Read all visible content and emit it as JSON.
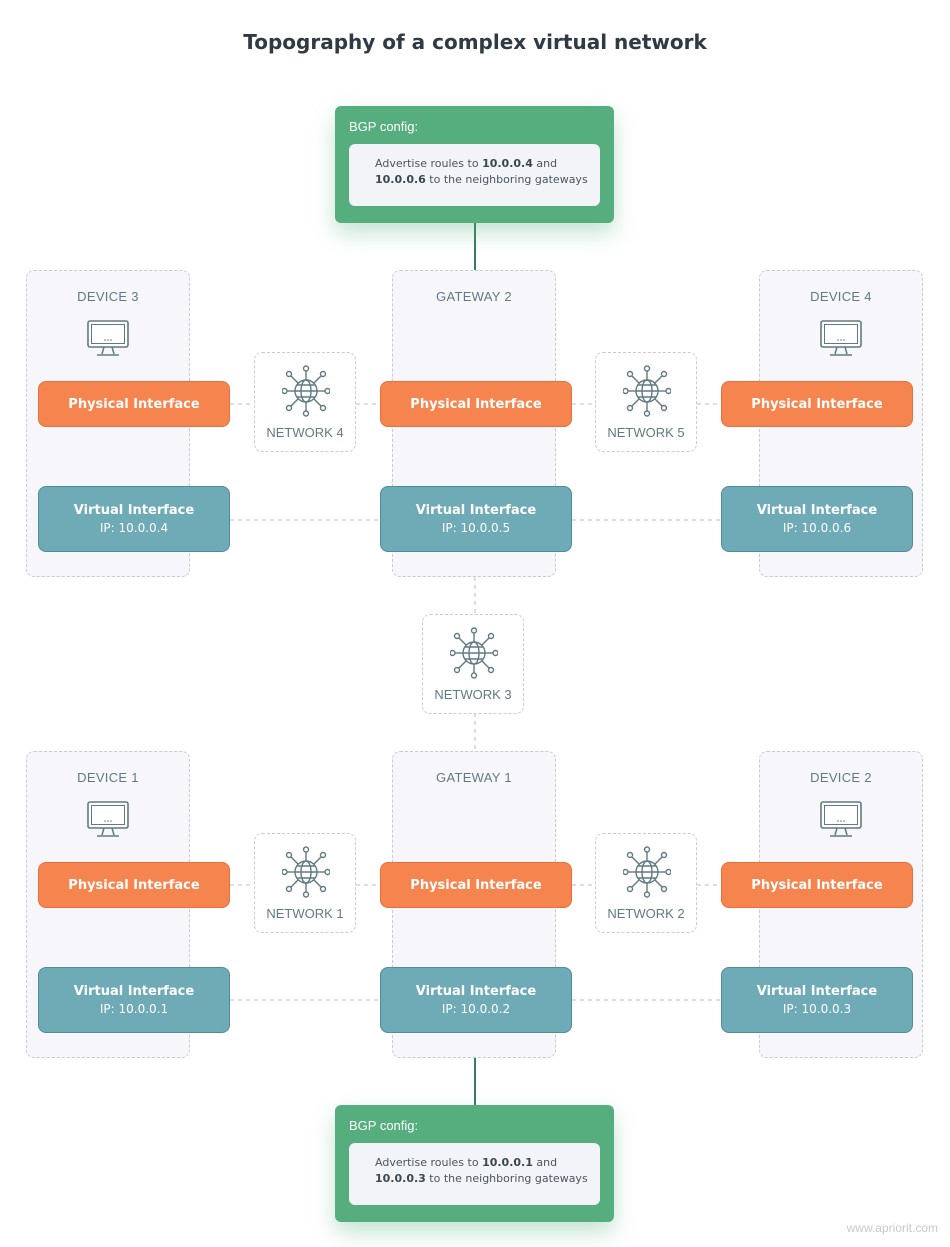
{
  "title": "Topography of a complex virtual network",
  "bgp_top": {
    "title": "BGP config:",
    "text_1": "Advertise roules to ",
    "ip_a": "10.0.0.4",
    "text_2": " and",
    "ip_b": "10.0.0.6",
    "text_3": " to the neighboring gateways"
  },
  "bgp_bottom": {
    "title": "BGP config:",
    "text_1": "Advertise roules to ",
    "ip_a": "10.0.0.1",
    "text_2": " and",
    "ip_b": "10.0.0.3",
    "text_3": " to the neighboring gateways"
  },
  "columns": {
    "device3": {
      "label": "DEVICE 3",
      "physical": "Physical Interface",
      "virtual": "Virtual Interface",
      "ip": "IP: 10.0.0.4"
    },
    "gateway2": {
      "label": "GATEWAY 2",
      "physical": "Physical Interface",
      "virtual": "Virtual Interface",
      "ip": "IP: 10.0.0.5"
    },
    "device4": {
      "label": "DEVICE 4",
      "physical": "Physical Interface",
      "virtual": "Virtual Interface",
      "ip": "IP: 10.0.0.6"
    },
    "device1": {
      "label": "DEVICE 1",
      "physical": "Physical Interface",
      "virtual": "Virtual Interface",
      "ip": "IP: 10.0.0.1"
    },
    "gateway1": {
      "label": "GATEWAY 1",
      "physical": "Physical Interface",
      "virtual": "Virtual Interface",
      "ip": "IP: 10.0.0.2"
    },
    "device2": {
      "label": "DEVICE 2",
      "physical": "Physical Interface",
      "virtual": "Virtual Interface",
      "ip": "IP: 10.0.0.3"
    }
  },
  "networks": {
    "n1": "NETWORK 1",
    "n2": "NETWORK 2",
    "n3": "NETWORK 3",
    "n4": "NETWORK 4",
    "n5": "NETWORK 5"
  },
  "icons": {
    "device": "monitor-icon",
    "network": "globe-network-icon"
  },
  "colors": {
    "physical": "#f6844f",
    "virtual": "#6fabb6",
    "bgp": "#56ae7f",
    "connector": "#7d8c96"
  },
  "watermark": "www.apriorit.com"
}
